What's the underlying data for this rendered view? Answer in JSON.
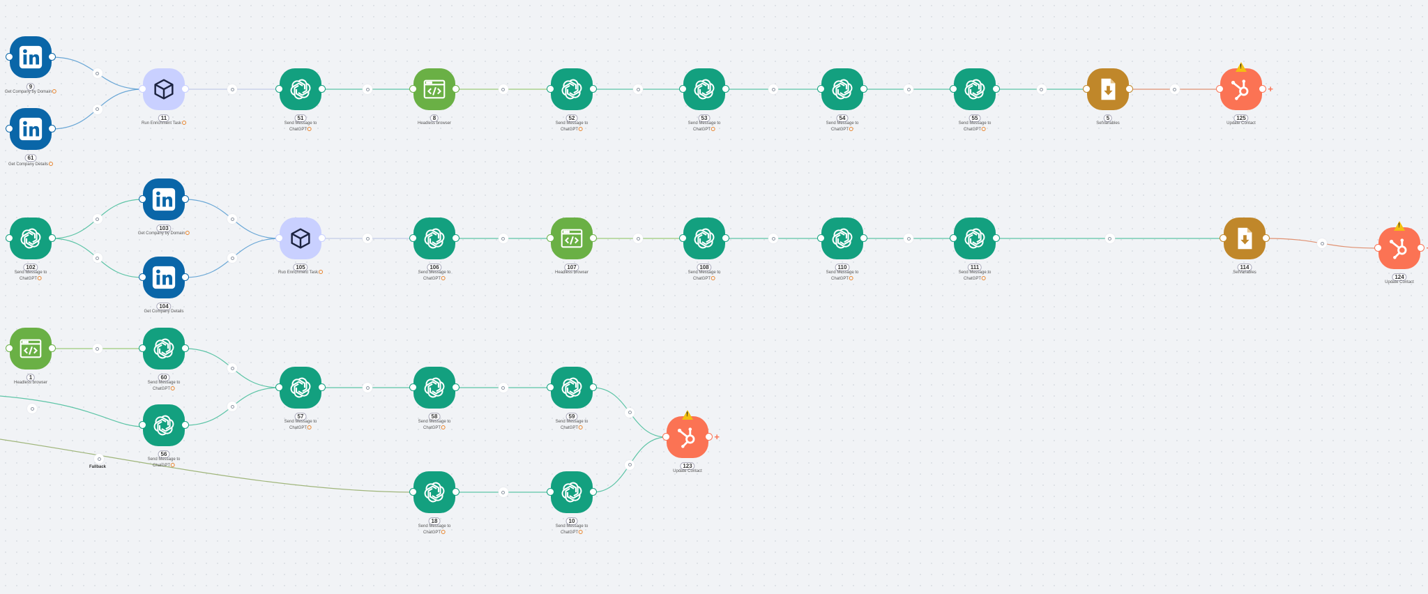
{
  "colors": {
    "linkedin": "#0a66a8",
    "chatgpt": "#13a07f",
    "headless": "#6ab045",
    "enrichment": "#c9d0ff",
    "setvariables": "#c0872a",
    "hubspot": "#fb7354"
  },
  "nodes": [
    {
      "id": "n9",
      "type": "linkedin",
      "icon": "linkedin-icon",
      "num": "9",
      "label1": "Get Company by Domain",
      "label2": "",
      "dot": true
    },
    {
      "id": "n61",
      "type": "linkedin",
      "icon": "linkedin-icon",
      "num": "61",
      "label1": "Get Company Details",
      "label2": "",
      "dot": true
    },
    {
      "id": "n11",
      "type": "enrichment",
      "icon": "cube-icon",
      "num": "11",
      "label1": "Run Enrichment Task",
      "label2": "",
      "dot": true
    },
    {
      "id": "n51",
      "type": "chatgpt",
      "icon": "openai-icon",
      "num": "51",
      "label1": "Send Message to",
      "label2": "ChatGPT",
      "dot": true
    },
    {
      "id": "n8",
      "type": "headless",
      "icon": "code-browser-icon",
      "num": "8",
      "label1": "Headless browser",
      "label2": "",
      "dot": false
    },
    {
      "id": "n52",
      "type": "chatgpt",
      "icon": "openai-icon",
      "num": "52",
      "label1": "Send Message to",
      "label2": "ChatGPT",
      "dot": true
    },
    {
      "id": "n53",
      "type": "chatgpt",
      "icon": "openai-icon",
      "num": "53",
      "label1": "Send Message to",
      "label2": "ChatGPT",
      "dot": true
    },
    {
      "id": "n54",
      "type": "chatgpt",
      "icon": "openai-icon",
      "num": "54",
      "label1": "Send Message to",
      "label2": "ChatGPT",
      "dot": true
    },
    {
      "id": "n55",
      "type": "chatgpt",
      "icon": "openai-icon",
      "num": "55",
      "label1": "Send Message to",
      "label2": "ChatGPT",
      "dot": true
    },
    {
      "id": "n5",
      "type": "setvariables",
      "icon": "file-download-icon",
      "num": "5",
      "label1": "SetVariables",
      "label2": "",
      "dot": false
    },
    {
      "id": "n125",
      "type": "hubspot",
      "icon": "hubspot-icon",
      "num": "125",
      "label1": "Update Contact",
      "label2": "",
      "dot": false,
      "warn": true,
      "plus": true
    },
    {
      "id": "n102",
      "type": "chatgpt",
      "icon": "openai-icon",
      "num": "102",
      "label1": "Send Message to",
      "label2": "ChatGPT",
      "dot": true
    },
    {
      "id": "n103",
      "type": "linkedin",
      "icon": "linkedin-icon",
      "num": "103",
      "label1": "Get Company by Domain",
      "label2": "",
      "dot": true
    },
    {
      "id": "n104",
      "type": "linkedin",
      "icon": "linkedin-icon",
      "num": "104",
      "label1": "Get Company Details",
      "label2": "",
      "dot": false
    },
    {
      "id": "n105",
      "type": "enrichment",
      "icon": "cube-icon",
      "num": "105",
      "label1": "Run Enrichment Task",
      "label2": "",
      "dot": true
    },
    {
      "id": "n106",
      "type": "chatgpt",
      "icon": "openai-icon",
      "num": "106",
      "label1": "Send Message to",
      "label2": "ChatGPT",
      "dot": true
    },
    {
      "id": "n107",
      "type": "headless",
      "icon": "code-browser-icon",
      "num": "107",
      "label1": "Headless browser",
      "label2": "",
      "dot": false
    },
    {
      "id": "n108",
      "type": "chatgpt",
      "icon": "openai-icon",
      "num": "108",
      "label1": "Send Message to",
      "label2": "ChatGPT",
      "dot": true
    },
    {
      "id": "n110",
      "type": "chatgpt",
      "icon": "openai-icon",
      "num": "110",
      "label1": "Send Message to",
      "label2": "ChatGPT",
      "dot": true
    },
    {
      "id": "n111",
      "type": "chatgpt",
      "icon": "openai-icon",
      "num": "111",
      "label1": "Send Message to",
      "label2": "ChatGPT",
      "dot": true
    },
    {
      "id": "n114",
      "type": "setvariables",
      "icon": "file-download-icon",
      "num": "114",
      "label1": "SetVariables",
      "label2": "",
      "dot": false
    },
    {
      "id": "n124",
      "type": "hubspot",
      "icon": "hubspot-icon",
      "num": "124",
      "label1": "Update Contact",
      "label2": "",
      "dot": false,
      "warn": true,
      "plus": true
    },
    {
      "id": "n1",
      "type": "headless",
      "icon": "code-browser-icon",
      "num": "1",
      "label1": "Headless browser",
      "label2": "",
      "dot": false
    },
    {
      "id": "n60",
      "type": "chatgpt",
      "icon": "openai-icon",
      "num": "60",
      "label1": "Send Message to",
      "label2": "ChatGPT",
      "dot": true
    },
    {
      "id": "n56",
      "type": "chatgpt",
      "icon": "openai-icon",
      "num": "56",
      "label1": "Send Message to",
      "label2": "ChatGPT",
      "dot": true
    },
    {
      "id": "n57",
      "type": "chatgpt",
      "icon": "openai-icon",
      "num": "57",
      "label1": "Send Message to",
      "label2": "ChatGPT",
      "dot": true
    },
    {
      "id": "n58",
      "type": "chatgpt",
      "icon": "openai-icon",
      "num": "58",
      "label1": "Send Message to",
      "label2": "ChatGPT",
      "dot": true
    },
    {
      "id": "n59",
      "type": "chatgpt",
      "icon": "openai-icon",
      "num": "59",
      "label1": "Send Message to",
      "label2": "ChatGPT",
      "dot": true
    },
    {
      "id": "n123",
      "type": "hubspot",
      "icon": "hubspot-icon",
      "num": "123",
      "label1": "Update Contact",
      "label2": "",
      "dot": false,
      "warn": true,
      "plus": true
    },
    {
      "id": "n18",
      "type": "chatgpt",
      "icon": "openai-icon",
      "num": "18",
      "label1": "Send Message to",
      "label2": "ChatGPT",
      "dot": true
    },
    {
      "id": "n10",
      "type": "chatgpt",
      "icon": "openai-icon",
      "num": "10",
      "label1": "Send Message to",
      "label2": "ChatGPT",
      "dot": true
    }
  ],
  "links": [
    {
      "from": "n9",
      "to": "n11",
      "color": "linkedin"
    },
    {
      "from": "n61",
      "to": "n11",
      "color": "linkedin"
    },
    {
      "from": "n11",
      "to": "n51",
      "color": "enrichment"
    },
    {
      "from": "n51",
      "to": "n8",
      "color": "chatgpt"
    },
    {
      "from": "n8",
      "to": "n52",
      "color": "headless"
    },
    {
      "from": "n52",
      "to": "n53",
      "color": "chatgpt"
    },
    {
      "from": "n53",
      "to": "n54",
      "color": "chatgpt"
    },
    {
      "from": "n54",
      "to": "n55",
      "color": "chatgpt"
    },
    {
      "from": "n55",
      "to": "n5",
      "color": "chatgpt"
    },
    {
      "from": "n5",
      "to": "n125",
      "color": "setvariables"
    },
    {
      "from": "n102",
      "to": "n103",
      "color": "chatgpt"
    },
    {
      "from": "n102",
      "to": "n104",
      "color": "chatgpt"
    },
    {
      "from": "n103",
      "to": "n105",
      "color": "linkedin"
    },
    {
      "from": "n104",
      "to": "n105",
      "color": "linkedin"
    },
    {
      "from": "n105",
      "to": "n106",
      "color": "enrichment"
    },
    {
      "from": "n106",
      "to": "n107",
      "color": "chatgpt"
    },
    {
      "from": "n107",
      "to": "n108",
      "color": "headless"
    },
    {
      "from": "n108",
      "to": "n110",
      "color": "chatgpt"
    },
    {
      "from": "n110",
      "to": "n111",
      "color": "chatgpt"
    },
    {
      "from": "n111",
      "to": "n114",
      "color": "chatgpt"
    },
    {
      "from": "n114",
      "to": "n124",
      "color": "setvariables"
    },
    {
      "from": "n1",
      "to": "n60",
      "color": "headless"
    },
    {
      "from": "n60",
      "to": "n57",
      "color": "chatgpt"
    },
    {
      "from": "n56",
      "to": "n57",
      "color": "chatgpt"
    },
    {
      "from": "n57",
      "to": "n58",
      "color": "chatgpt"
    },
    {
      "from": "n58",
      "to": "n59",
      "color": "chatgpt"
    },
    {
      "from": "n59",
      "to": "n123",
      "color": "chatgpt"
    },
    {
      "from": "n18",
      "to": "n10",
      "color": "chatgpt"
    },
    {
      "from": "n10",
      "to": "n123",
      "color": "chatgpt"
    }
  ],
  "fallback": {
    "label": "Fallback"
  }
}
